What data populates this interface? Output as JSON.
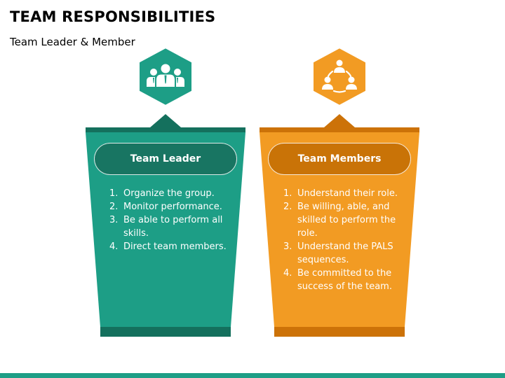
{
  "header": {
    "title": "TEAM RESPONSIBILITIES",
    "subtitle": "Team Leader & Member"
  },
  "colors": {
    "teal": "#1d9e86",
    "teal_dark": "#14705d",
    "orange": "#f29b23",
    "orange_dark": "#cc7208"
  },
  "cards": [
    {
      "icon": "team-group-icon",
      "heading": "Team Leader",
      "items": [
        {
          "num": "1.",
          "text": "Organize the group."
        },
        {
          "num": "2.",
          "text": "Monitor performance."
        },
        {
          "num": "3.",
          "text": "Be able to perform all skills."
        },
        {
          "num": "4.",
          "text": "Direct team members."
        }
      ]
    },
    {
      "icon": "team-cycle-icon",
      "heading": "Team Members",
      "items": [
        {
          "num": "1.",
          "text": "Understand their role."
        },
        {
          "num": "2.",
          "text": "Be willing, able, and skilled to perform the role."
        },
        {
          "num": "3.",
          "text": "Understand the PALS sequences."
        },
        {
          "num": "4.",
          "text": "Be committed to the success of the team."
        }
      ]
    }
  ]
}
